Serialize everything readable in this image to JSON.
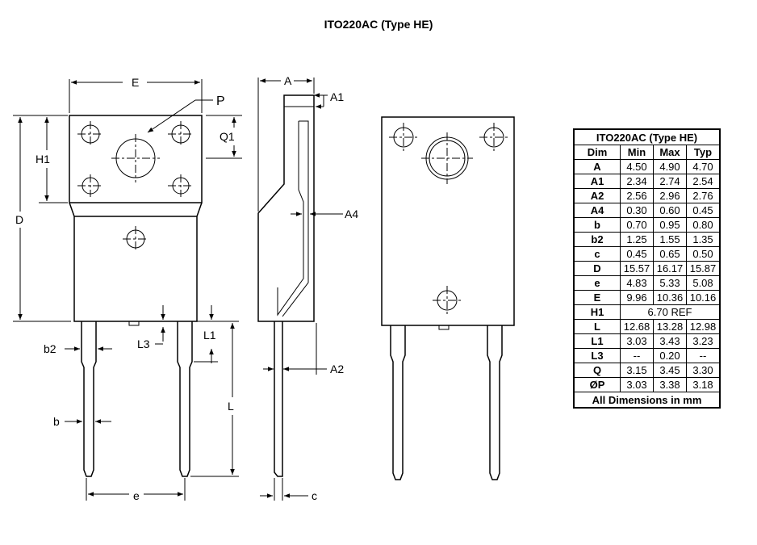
{
  "title": "ITO220AC (Type HE)",
  "labels": {
    "E": "E",
    "P": "P",
    "Q1": "Q1",
    "H1": "H1",
    "D": "D",
    "A": "A",
    "A1": "A1",
    "A4": "A4",
    "A2": "A2",
    "b2": "b2",
    "L3": "L3",
    "L1": "L1",
    "L": "L",
    "b": "b",
    "e": "e",
    "c": "c"
  },
  "table": {
    "title": "ITO220AC (Type HE)",
    "headers": [
      "Dim",
      "Min",
      "Max",
      "Typ"
    ],
    "rows": [
      {
        "dim": "A",
        "min": "4.50",
        "max": "4.90",
        "typ": "4.70"
      },
      {
        "dim": "A1",
        "min": "2.34",
        "max": "2.74",
        "typ": "2.54"
      },
      {
        "dim": "A2",
        "min": "2.56",
        "max": "2.96",
        "typ": "2.76"
      },
      {
        "dim": "A4",
        "min": "0.30",
        "max": "0.60",
        "typ": "0.45"
      },
      {
        "dim": "b",
        "min": "0.70",
        "max": "0.95",
        "typ": "0.80"
      },
      {
        "dim": "b2",
        "min": "1.25",
        "max": "1.55",
        "typ": "1.35"
      },
      {
        "dim": "c",
        "min": "0.45",
        "max": "0.65",
        "typ": "0.50"
      },
      {
        "dim": "D",
        "min": "15.57",
        "max": "16.17",
        "typ": "15.87"
      },
      {
        "dim": "e",
        "min": "4.83",
        "max": "5.33",
        "typ": "5.08"
      },
      {
        "dim": "E",
        "min": "9.96",
        "max": "10.36",
        "typ": "10.16"
      },
      {
        "dim": "H1",
        "span": "6.70 REF"
      },
      {
        "dim": "L",
        "min": "12.68",
        "max": "13.28",
        "typ": "12.98"
      },
      {
        "dim": "L1",
        "min": "3.03",
        "max": "3.43",
        "typ": "3.23"
      },
      {
        "dim": "L3",
        "min": "--",
        "max": "0.20",
        "typ": "--"
      },
      {
        "dim": "Q",
        "min": "3.15",
        "max": "3.45",
        "typ": "3.30"
      },
      {
        "dim": "ØP",
        "min": "3.03",
        "max": "3.38",
        "typ": "3.18"
      }
    ],
    "footer": "All Dimensions in mm"
  }
}
